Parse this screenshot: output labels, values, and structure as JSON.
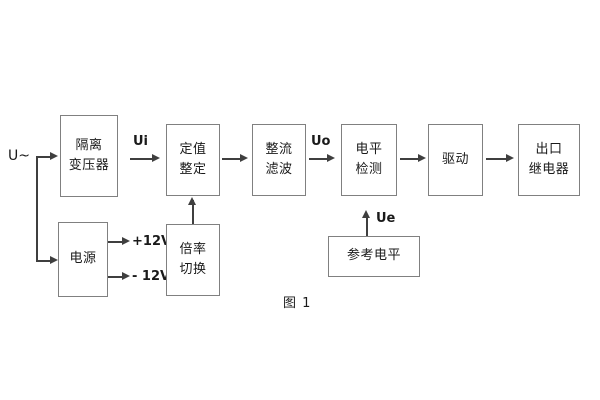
{
  "diagram": {
    "caption": "图 1",
    "input_label": "U~",
    "blocks": [
      {
        "id": "isolation-transformer",
        "lines": [
          "隔离",
          "变压器"
        ]
      },
      {
        "id": "power-supply",
        "lines": [
          "电源"
        ]
      },
      {
        "id": "setpoint-setting",
        "lines": [
          "定值",
          "整定"
        ]
      },
      {
        "id": "multiplier-switching",
        "lines": [
          "倍率",
          "切换"
        ]
      },
      {
        "id": "rectifier-filter",
        "lines": [
          "整流",
          "滤波"
        ]
      },
      {
        "id": "level-detection",
        "lines": [
          "电平",
          "检测"
        ]
      },
      {
        "id": "reference-level",
        "lines": [
          "参考电平"
        ]
      },
      {
        "id": "driver",
        "lines": [
          "驱动"
        ]
      },
      {
        "id": "output-relay",
        "lines": [
          "出口",
          "继电器"
        ]
      }
    ],
    "signal_labels": {
      "ui": "Ui",
      "uo": "Uo",
      "ue": "Ue"
    },
    "power_rails": {
      "positive": "+12V",
      "negative": "- 12V"
    },
    "colors": {
      "box_border": "#808080",
      "wire": "#3f3f3f",
      "text": "#1a1a1a",
      "background": "#ffffff"
    }
  }
}
